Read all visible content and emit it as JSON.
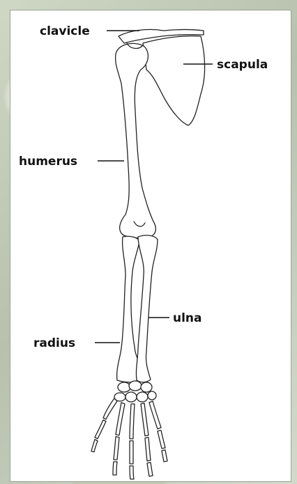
{
  "labels": {
    "clavicle": "clavicle",
    "scapula": "scapula",
    "humerus": "humerus",
    "ulna": "ulna",
    "radius": "radius"
  }
}
